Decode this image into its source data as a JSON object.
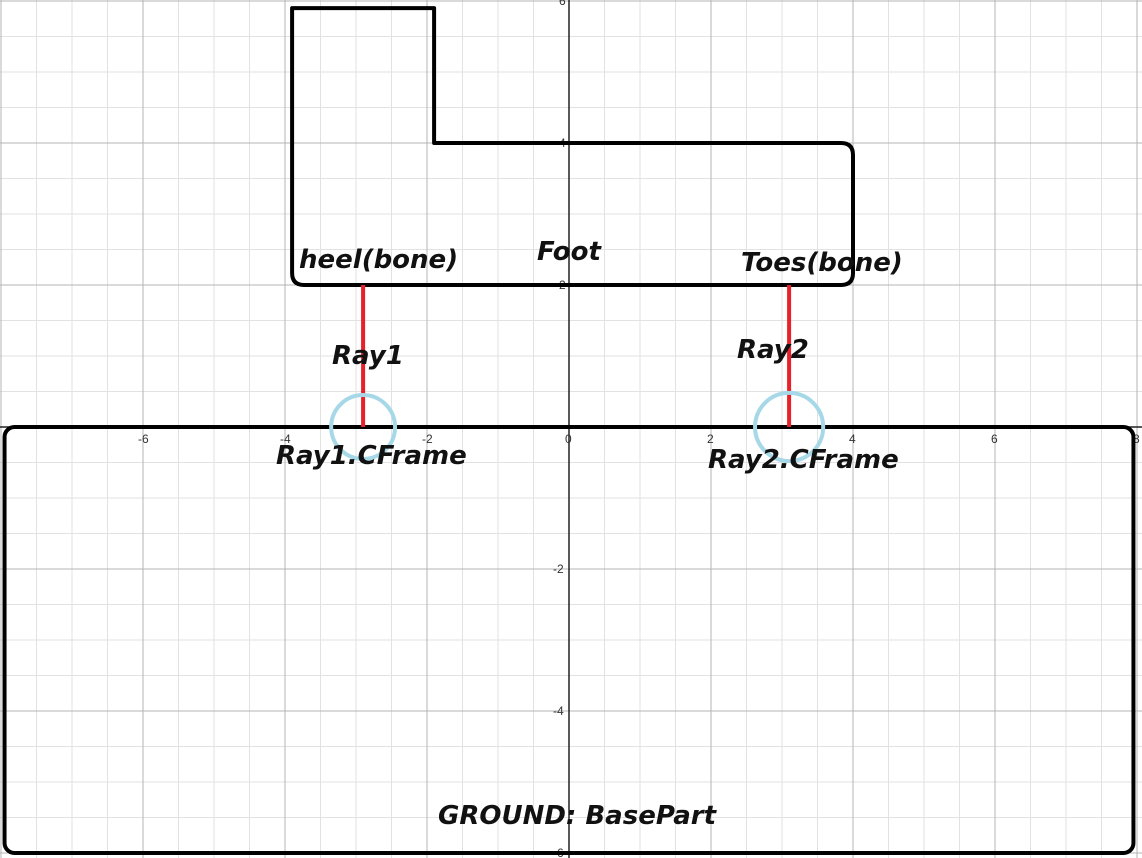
{
  "graph": {
    "x_range": [
      -8,
      8
    ],
    "y_range": [
      -6,
      6
    ],
    "x_ticks": [
      {
        "value": -6,
        "label": "-6"
      },
      {
        "value": -4,
        "label": "-4"
      },
      {
        "value": -2,
        "label": "-2"
      },
      {
        "value": 0,
        "label": "0"
      },
      {
        "value": 2,
        "label": "2"
      },
      {
        "value": 4,
        "label": "4"
      },
      {
        "value": 6,
        "label": "6"
      },
      {
        "value": 8,
        "label": "8"
      }
    ],
    "y_ticks": [
      {
        "value": 6,
        "label": "6"
      },
      {
        "value": 4,
        "label": "4"
      },
      {
        "value": 2,
        "label": "2"
      },
      {
        "value": -2,
        "label": "-2"
      },
      {
        "value": -4,
        "label": "-4"
      },
      {
        "value": -6,
        "label": "-6"
      }
    ],
    "colors": {
      "outline": "#000000",
      "ray": "#e8202a",
      "hit_circle": "#a6d8e8",
      "grid_major": "#b4b4b4",
      "grid_minor": "#e2e2e2",
      "axis": "#222222"
    }
  },
  "labels": {
    "foot": "Foot",
    "heel": "heel(bone)",
    "toes": "Toes(bone)",
    "ray1": "Ray1",
    "ray2": "Ray2",
    "ray1_cframe": "Ray1.CFrame",
    "ray2_cframe": "Ray2.CFrame",
    "ground": "GROUND: BasePart"
  },
  "geometry_data": {
    "foot_outline": [
      [
        -3.9,
        5.9
      ],
      [
        -1.9,
        5.9
      ],
      [
        -1.9,
        4.0
      ],
      [
        4.0,
        4.0
      ],
      [
        4.0,
        2.0
      ],
      [
        -3.9,
        2.0
      ]
    ],
    "ray1": {
      "x": -2.9,
      "from_y": 2.0,
      "to_y": 0
    },
    "ray2": {
      "x": 3.1,
      "from_y": 2.0,
      "to_y": 0
    },
    "hit1": {
      "x": -2.9,
      "y": 0,
      "r": 0.45
    },
    "hit2": {
      "x": 3.1,
      "y": 0,
      "r": 0.48
    },
    "ground": {
      "x1": -7.95,
      "y1": 0,
      "x2": 7.95,
      "y2": -6
    }
  }
}
